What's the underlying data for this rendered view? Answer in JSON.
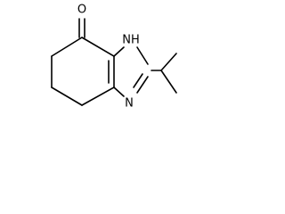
{
  "molecule": {
    "atoms": {
      "oxygen": "O",
      "nh": "NH",
      "n": "N"
    }
  }
}
